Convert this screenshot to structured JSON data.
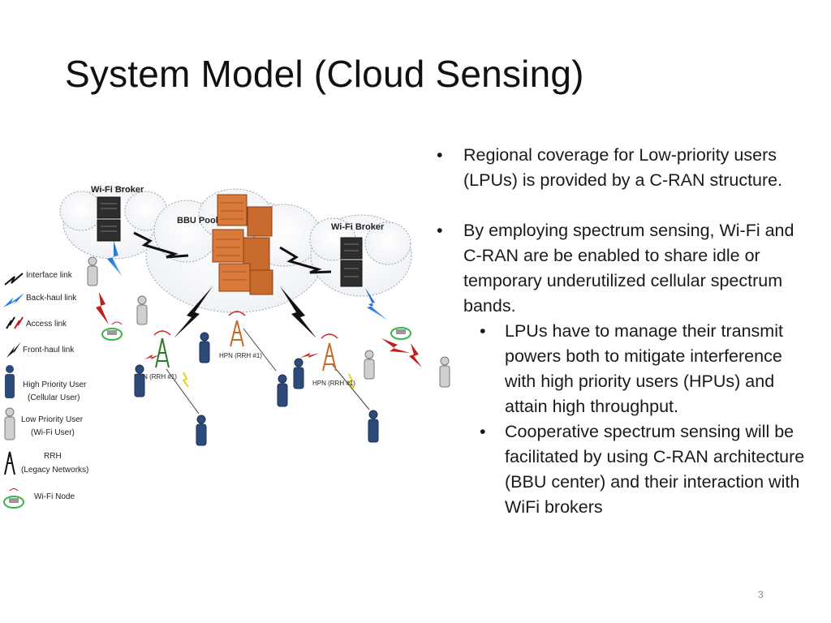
{
  "slide": {
    "title": "System Model (Cloud Sensing)",
    "number": "3"
  },
  "bullets": [
    {
      "text": "Regional coverage for Low-priority users (LPUs) is provided by a C-RAN structure."
    },
    {
      "text": "By employing spectrum sensing, Wi-Fi and C-RAN are be enabled  to share idle or temporary underutilized cellular spectrum bands."
    }
  ],
  "sub_bullets": [
    {
      "text": "LPUs have to manage their transmit powers both to mitigate interference with high priority users (HPUs) and attain high throughput."
    },
    {
      "text": "Cooperative spectrum sensing will be facilitated by using C-RAN architecture (BBU center) and their interaction with WiFi brokers"
    }
  ],
  "diagram": {
    "labels": {
      "wifi_broker_left": "Wi-Fi Broker",
      "wifi_broker_right": "Wi-Fi Broker",
      "bbu_pool": "BBU Pool",
      "hpn_1": "HPN (RRH #1)",
      "hpn_2": "HPN (RRH #1)",
      "hpn_3": "HPN (RRH #1)"
    },
    "legend": [
      {
        "icon": "interface-link-icon",
        "label": "Interface link"
      },
      {
        "icon": "back-haul-link-icon",
        "label": "Back-haul link"
      },
      {
        "icon": "access-link-icon",
        "label": "Access link"
      },
      {
        "icon": "front-haul-link-icon",
        "label": "Front-haul link"
      },
      {
        "icon": "high-priority-user-icon",
        "label": "High Priority User",
        "label2": "(Cellular User)"
      },
      {
        "icon": "low-priority-user-icon",
        "label": "Low Priority User",
        "label2": "(Wi-Fi User)"
      },
      {
        "icon": "rrh-icon",
        "label": "RRH",
        "label2": "(Legacy Networks)"
      },
      {
        "icon": "wifi-node-icon",
        "label": "Wi-Fi Node"
      }
    ],
    "colors": {
      "server_orange": "#d9793a",
      "server_dark": "#2e2e2e",
      "backhaul_blue": "#1e7fe0",
      "access_red": "#c0201c",
      "access_yellow": "#e6d21a",
      "rrh_green": "#2a7a2a",
      "wifi_node_green": "#39b54a"
    }
  }
}
